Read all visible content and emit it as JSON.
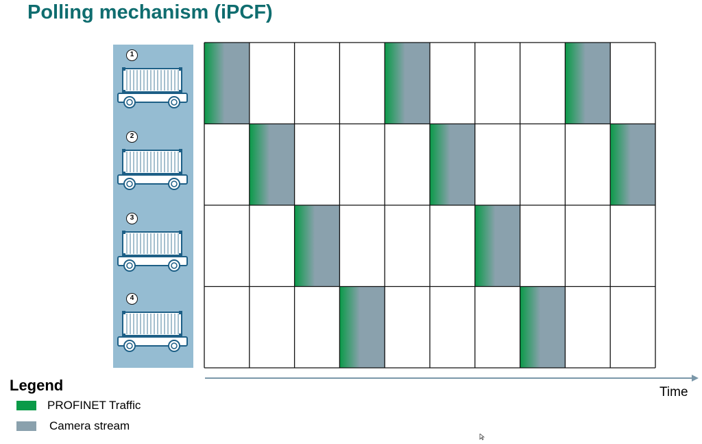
{
  "title": "Polling mechanism (iPCF)",
  "vehicles": [
    {
      "number": "1"
    },
    {
      "number": "2"
    },
    {
      "number": "3"
    },
    {
      "number": "4"
    }
  ],
  "grid": {
    "rows": 4,
    "columns": 10,
    "active_slots": [
      [
        0,
        4,
        8
      ],
      [
        1,
        5,
        9
      ],
      [
        2,
        6
      ],
      [
        3,
        7
      ]
    ]
  },
  "axis": {
    "label": "Time"
  },
  "legend": {
    "title": "Legend",
    "items": [
      {
        "label": "PROFINET Traffic",
        "color": "#0a9a48"
      },
      {
        "label": "Camera stream",
        "color": "#8aa1ad"
      }
    ]
  },
  "colors": {
    "title": "#0f6d6f",
    "panel": "#95bcd2",
    "traffic": "#0a9a48",
    "camera": "#8aa1ad"
  }
}
